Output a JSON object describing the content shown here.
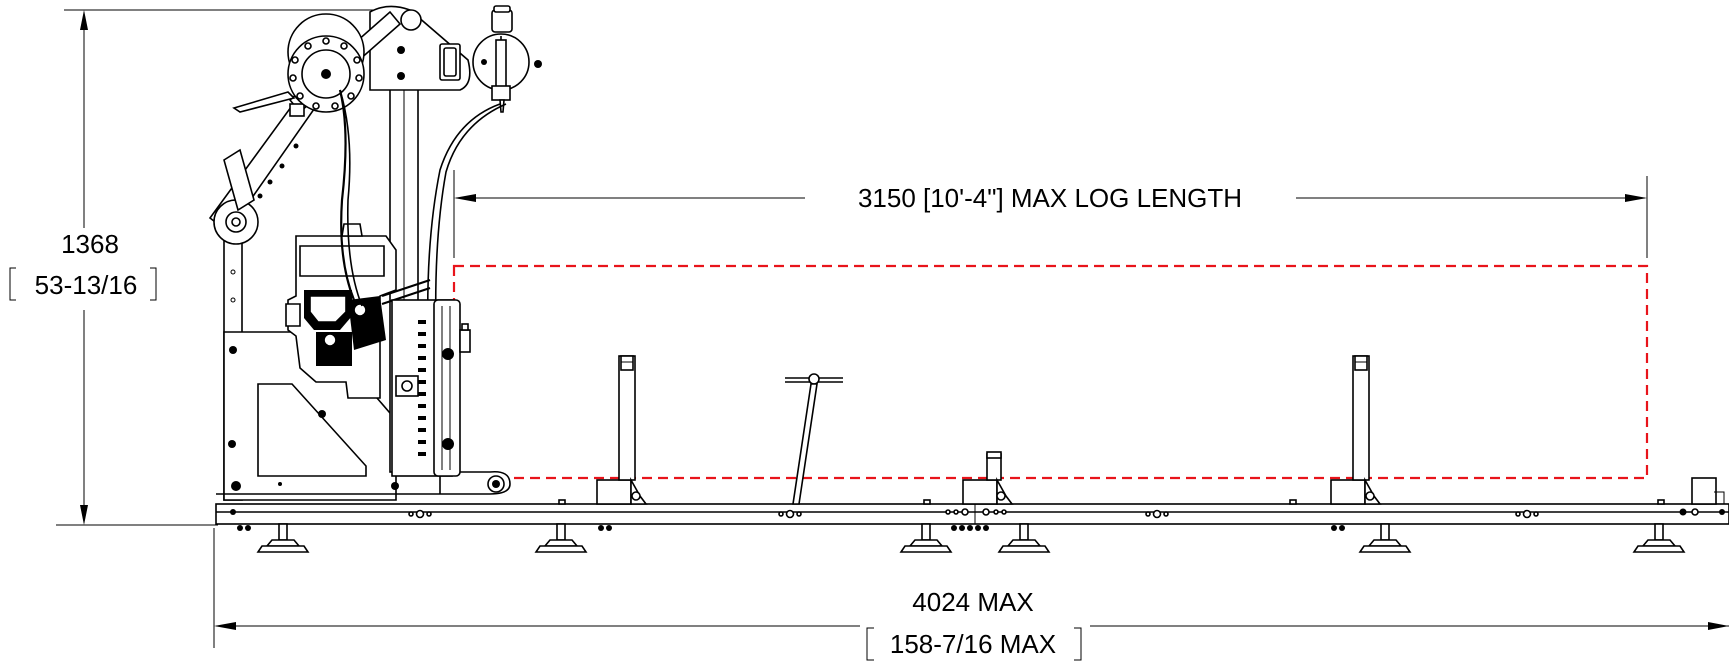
{
  "dimensions": {
    "height_mm": "1368",
    "height_in": "53-13/16",
    "log_length": "3150 [10'-4\"] MAX LOG LENGTH",
    "width_mm": "4024 MAX",
    "width_in": "158-7/16 MAX"
  },
  "colors": {
    "line": "#000000",
    "log_envelope": "#e8141b",
    "background": "#ffffff"
  }
}
